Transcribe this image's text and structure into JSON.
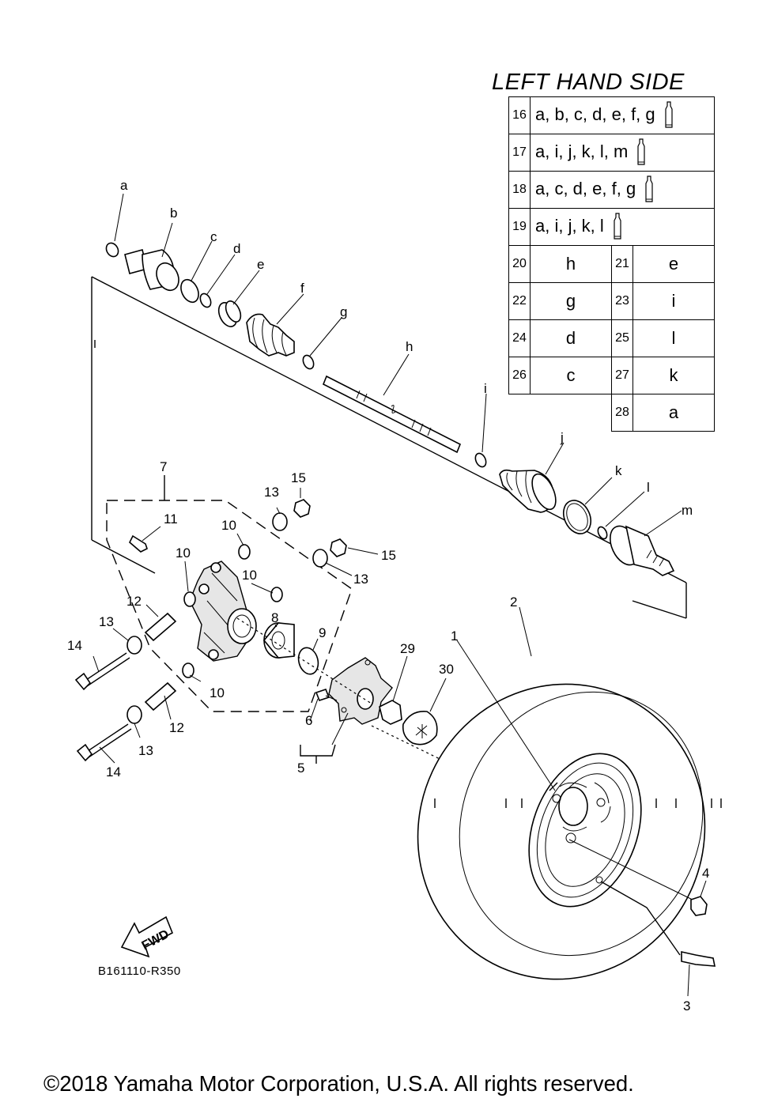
{
  "title": "LEFT HAND SIDE",
  "legend": {
    "wide_rows": [
      {
        "num": "16",
        "letters": "a, b, c, d, e, f, g",
        "icon": "grease-tube-icon"
      },
      {
        "num": "17",
        "letters": "a, i, j, k, l, m",
        "icon": "grease-tube-icon"
      },
      {
        "num": "18",
        "letters": "a, c, d, e, f, g",
        "icon": "grease-tube-icon"
      },
      {
        "num": "19",
        "letters": "a, i, j, k, l",
        "icon": "grease-tube-icon"
      }
    ],
    "pair_rows": [
      {
        "n1": "20",
        "v1": "h",
        "n2": "21",
        "v2": "e"
      },
      {
        "n1": "22",
        "v1": "g",
        "n2": "23",
        "v2": "i"
      },
      {
        "n1": "24",
        "v1": "d",
        "n2": "25",
        "v2": "l"
      },
      {
        "n1": "26",
        "v1": "c",
        "n2": "27",
        "v2": "k"
      }
    ],
    "last_row": {
      "n2": "28",
      "v2": "a"
    }
  },
  "letter_callouts": [
    "a",
    "b",
    "c",
    "d",
    "e",
    "f",
    "g",
    "h",
    "i",
    "j",
    "k",
    "l",
    "m"
  ],
  "part_numbers": {
    "p1": "1",
    "p2": "2",
    "p3": "3",
    "p4": "4",
    "p5": "5",
    "p6": "6",
    "p7": "7",
    "p8": "8",
    "p9": "9",
    "p10": "10",
    "p11": "11",
    "p12": "12",
    "p13": "13",
    "p14": "14",
    "p15": "15",
    "p29": "29",
    "p30": "30"
  },
  "fwd_label": "FWD",
  "ref_code": "B161110-R350",
  "copyright": "©2018 Yamaha Motor Corporation, U.S.A. All rights reserved."
}
